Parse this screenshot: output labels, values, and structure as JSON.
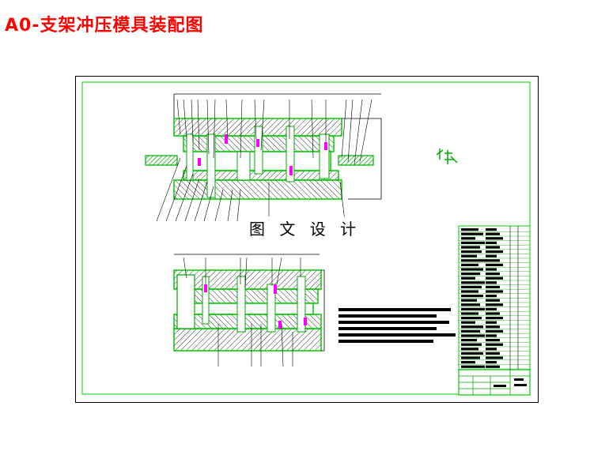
{
  "page": {
    "title": "A0-支架冲压模具装配图"
  },
  "watermark": {
    "text": "图 文 设 计"
  },
  "colors": {
    "title": "#ff0000",
    "frame": "#00cc00",
    "part_fill": "#00dd00",
    "hatch": "#444444",
    "highlight": "#ff00ff",
    "ink": "#000000"
  },
  "drawing": {
    "views": [
      "main-section-view",
      "lower-section-view"
    ],
    "blocks": [
      "technical-requirements",
      "parts-list",
      "title-block"
    ]
  }
}
